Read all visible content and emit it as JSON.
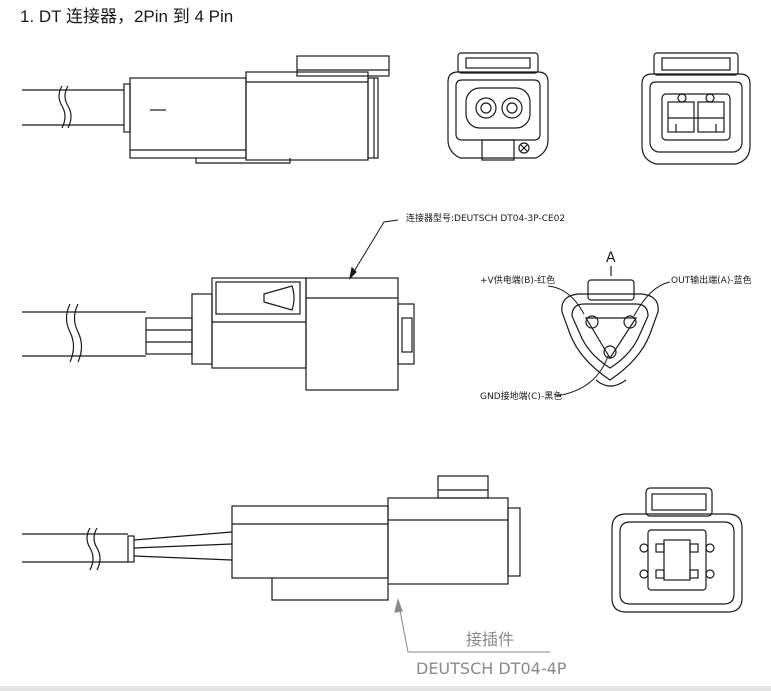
{
  "title": "1.  DT 连接器，2Pin 到 4 Pin",
  "labels": {
    "model_3p": "连接器型号:DEUTSCH DT04-3P-CE02",
    "view_a": "A",
    "pin_b": "+V供电端(B)-红色",
    "pin_a": "OUT输出端(A)-蓝色",
    "pin_c": "GND接地端(C)-黑色",
    "connector_cn": "接插件",
    "connector_4p": "DEUTSCH DT04-4P"
  }
}
